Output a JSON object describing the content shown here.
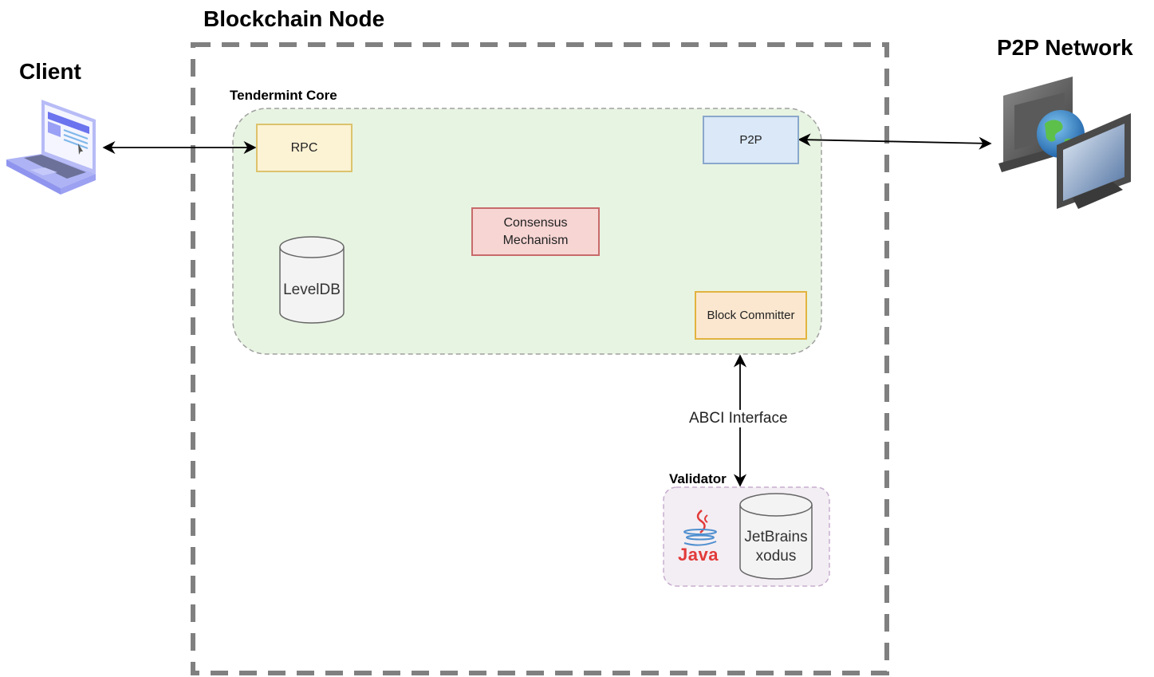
{
  "diagram": {
    "client": {
      "title": "Client",
      "icon": "laptop-icon"
    },
    "p2p_network": {
      "title": "P2P Network",
      "icon": "network-computers-globe-icon"
    },
    "blockchain_node": {
      "title": "Blockchain Node",
      "tendermint_core": {
        "title": "Tendermint Core",
        "components": {
          "rpc": "RPC",
          "p2p": "P2P",
          "consensus_line1": "Consensus",
          "consensus_line2": "Mechanism",
          "leveldb": "LevelDB",
          "block_committer": "Block Committer"
        }
      },
      "abci_interface": "ABCI Interface",
      "validator": {
        "title": "Validator",
        "java_logo_text": "Java",
        "db_line1": "JetBrains",
        "db_line2": "xodus"
      }
    },
    "colors": {
      "node_border": "#808080",
      "core_fill": "#e8f4e2",
      "core_border": "#a0a0a0",
      "rpc_fill": "#fcf2d4",
      "rpc_border": "#dcc36c",
      "p2p_fill": "#dae8f7",
      "p2p_border": "#8aa8cc",
      "consensus_fill": "#f6d5d3",
      "consensus_border": "#c86a6a",
      "committer_fill": "#fbe7d0",
      "committer_border": "#e2b340",
      "validator_fill": "#f3eef3",
      "validator_border": "#c8aed0",
      "db_fill": "#f3f3f3",
      "db_border": "#666666",
      "java_red": "#e23a3a",
      "java_blue": "#4f8fcf"
    },
    "connections": [
      {
        "from": "client",
        "to": "rpc",
        "direction": "bidirectional"
      },
      {
        "from": "p2p",
        "to": "p2p_network",
        "direction": "bidirectional"
      },
      {
        "from": "block_committer",
        "to": "validator",
        "direction": "bidirectional",
        "label": "ABCI Interface"
      }
    ]
  }
}
